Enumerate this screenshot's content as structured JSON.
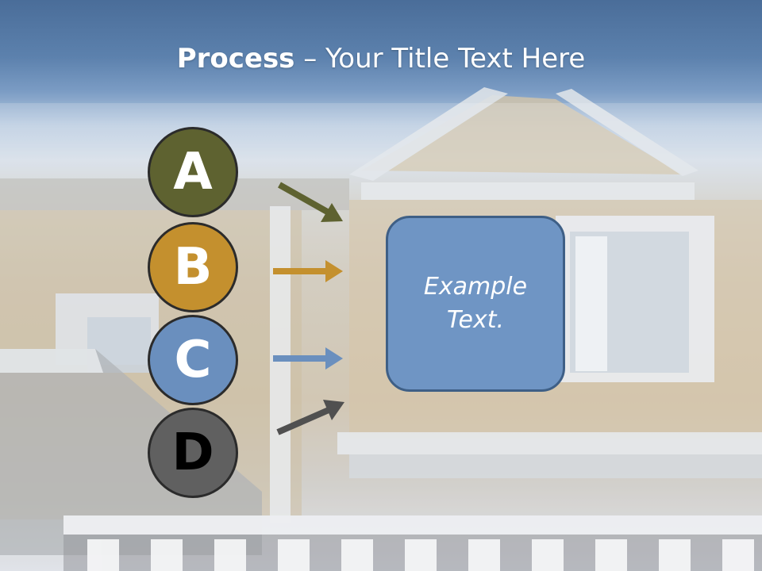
{
  "slide": {
    "title_bold": "Process",
    "title_rest": " – Your Title Text Here"
  },
  "steps": [
    {
      "letter": "A",
      "color": "#5e6230",
      "text_color": "#ffffff",
      "arrow_color": "#5e6230"
    },
    {
      "letter": "B",
      "color": "#c4902e",
      "text_color": "#ffffff",
      "arrow_color": "#c4902e"
    },
    {
      "letter": "C",
      "color": "#6a8fbe",
      "text_color": "#ffffff",
      "arrow_color": "#6a8fbe"
    },
    {
      "letter": "D",
      "color": "#606060",
      "text_color": "#000000",
      "arrow_color": "#505050"
    }
  ],
  "box": {
    "text": "Example\nText.",
    "color": "#6f95c4"
  }
}
